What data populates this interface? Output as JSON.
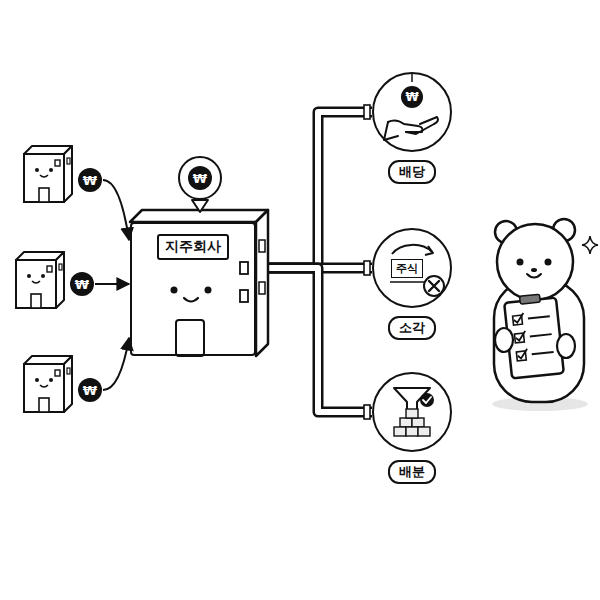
{
  "diagram": {
    "nodes": [
      {
        "text": [
          "₩"
        ]
      },
      {
        "text": [
          "₩"
        ]
      },
      {
        "text": [
          "₩"
        ]
      },
      {
        "text": [
          "지주회사"
        ]
      },
      {
        "text": [
          "₩"
        ]
      },
      {
        "text": [
          "₩",
          "배당"
        ]
      },
      {
        "text": [
          "주식",
          "소각"
        ]
      },
      {
        "text": [
          "배분"
        ]
      }
    ],
    "edges": [
      {
        "from": 0,
        "to": 3,
        "arrow": "to"
      },
      {
        "from": 1,
        "to": 3,
        "arrow": "to"
      },
      {
        "from": 2,
        "to": 3,
        "arrow": "to"
      },
      {
        "from": 3,
        "to": 5,
        "arrow": "none"
      },
      {
        "from": 3,
        "to": 6,
        "arrow": "none"
      },
      {
        "from": 3,
        "to": 7,
        "arrow": "none"
      }
    ]
  }
}
